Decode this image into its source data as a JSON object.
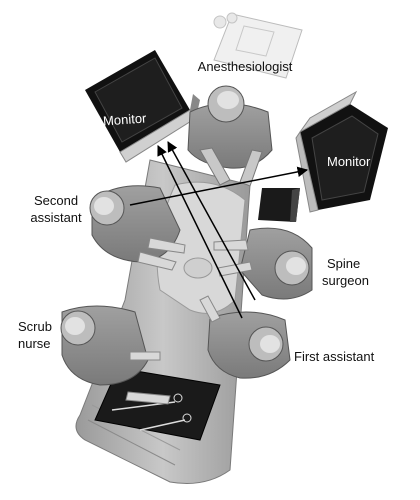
{
  "labels": {
    "anesthesiologist": "Anesthesiologist",
    "monitor_left": "Monitor",
    "monitor_right": "Monitor",
    "second_assistant_1": "Second",
    "second_assistant_2": "assistant",
    "spine_surgeon_1": "Spine",
    "spine_surgeon_2": "surgeon",
    "scrub_nurse_1": "Scrub",
    "scrub_nurse_2": "nurse",
    "first_assistant": "First assistant"
  },
  "colors": {
    "monitor_dark": "#111111",
    "gown_gray": "#8a8a8a",
    "gown_light": "#a9a9a9",
    "table_gray": "#b4b4b4",
    "skin": "#dcdcdc",
    "arrow": "#000000"
  }
}
